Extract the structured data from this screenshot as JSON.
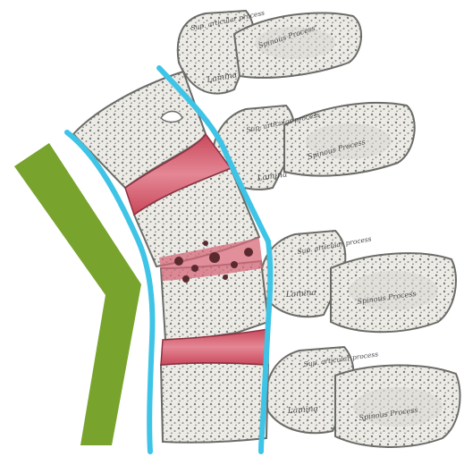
{
  "figure": {
    "labels": {
      "superior_process": "Sup. articular process",
      "lamina": "Lamina",
      "spinous_process": "Spinous Process"
    },
    "colors": {
      "background": "#ffffff",
      "bone_fill": "#ecebe6",
      "bone_outline": "#6b6b68",
      "trabecular_dots": "#7a7a76",
      "disc": "#c9485b",
      "disc_highlight": "#e48795",
      "lesion": "#5a2a2e",
      "ligament_line": "#3ec4e6",
      "bracket": "#78a32c"
    }
  }
}
